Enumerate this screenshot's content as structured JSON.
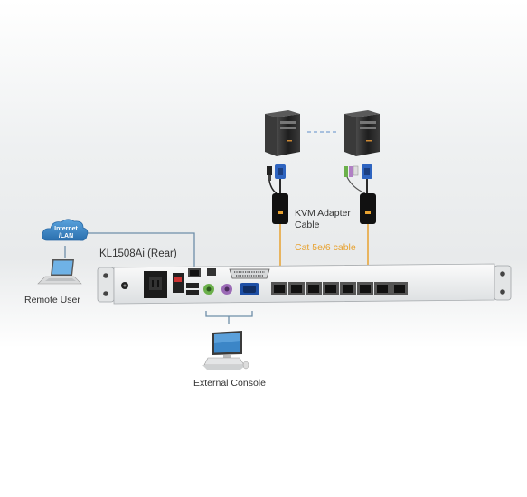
{
  "labels": {
    "internet": "Internet\n/LAN",
    "internet_line1": "Internet",
    "internet_line2": "/LAN",
    "remote_user": "Remote User",
    "device_title": "KL1508Ai (Rear)",
    "adapter_line1": "KVM Adapter",
    "adapter_line2": "Cable",
    "cat_cable": "Cat 5e/6 cable",
    "external_console": "External Console"
  },
  "colors": {
    "cat_cable": "#e8a230",
    "lan_line": "#6e8ea8",
    "cloud": "#3d86c6",
    "device_panel": "#f1f2f3",
    "tower": "#2b2b2b",
    "dashed_link": "#8fb0d8"
  },
  "icons": [
    "cloud-icon",
    "laptop-icon",
    "tower-pc-icon",
    "kvm-adapter-icon",
    "desktop-pc-icon",
    "rj45-port-icon",
    "power-socket-icon"
  ]
}
